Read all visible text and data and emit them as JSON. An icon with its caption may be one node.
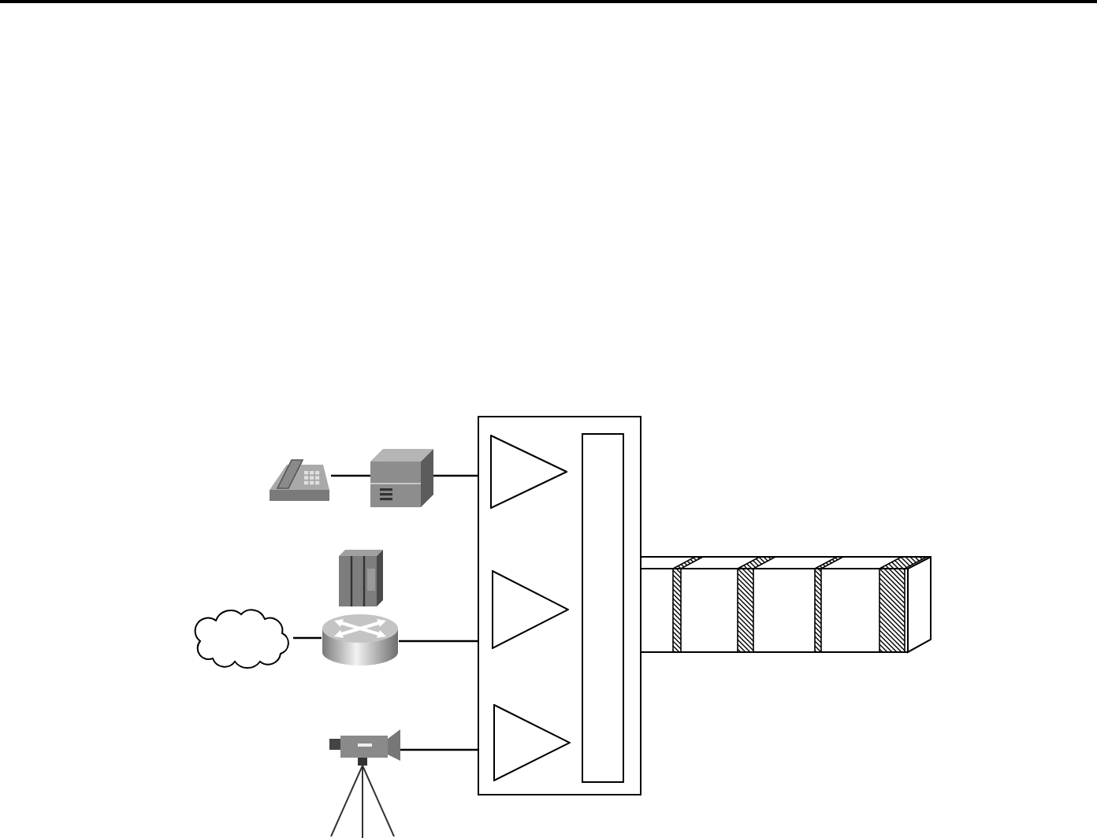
{
  "diagram": {
    "nodes": [
      {
        "text": [],
        "shape": "picture"
      },
      {
        "text": [],
        "shape": "picture"
      },
      {
        "text": [],
        "shape": "picture"
      },
      {
        "text": [],
        "shape": "cloud"
      },
      {
        "text": [],
        "shape": "picture"
      },
      {
        "text": [],
        "shape": "picture"
      },
      {
        "text": [],
        "shape": "box"
      },
      {
        "text": [],
        "shape": "triangle",
        "in": 6
      },
      {
        "text": [],
        "shape": "triangle",
        "in": 6
      },
      {
        "text": [],
        "shape": "triangle",
        "in": 6
      },
      {
        "text": [],
        "shape": "bar",
        "in": 6
      },
      {
        "text": [],
        "shape": "picture"
      }
    ],
    "edges": [
      {
        "from": 0,
        "to": 1,
        "arrow": "none"
      },
      {
        "from": 1,
        "to": 6,
        "arrow": "none"
      },
      {
        "from": 3,
        "to": 4,
        "arrow": "none"
      },
      {
        "from": 4,
        "to": 6,
        "arrow": "none"
      },
      {
        "from": 5,
        "to": 6,
        "arrow": "none"
      }
    ]
  }
}
